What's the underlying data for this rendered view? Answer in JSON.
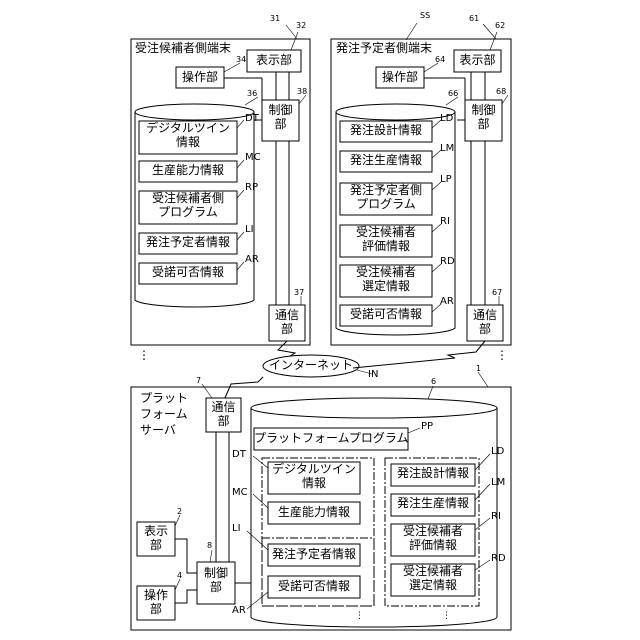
{
  "top_marker": "SS",
  "left_terminal": {
    "ref": "31",
    "title": "受注候補者側端末",
    "display": {
      "ref": "32",
      "label": "表示部"
    },
    "operation": {
      "ref": "34",
      "label": "操作部"
    },
    "control": {
      "ref": "38",
      "label": "制御\n部"
    },
    "storage_ref": "36",
    "comm": {
      "ref": "37",
      "label": "通信\n部"
    },
    "items": [
      {
        "tag": "DT",
        "label": "デジタルツイン\n情報"
      },
      {
        "tag": "MC",
        "label": "生産能力情報"
      },
      {
        "tag": "RP",
        "label": "受注候補者側\nプログラム"
      },
      {
        "tag": "LI",
        "label": "発注予定者情報"
      },
      {
        "tag": "AR",
        "label": "受諾可否情報"
      }
    ]
  },
  "right_terminal": {
    "ref": "61",
    "title": "発注予定者側端末",
    "display": {
      "ref": "62",
      "label": "表示部"
    },
    "operation": {
      "ref": "64",
      "label": "操作部"
    },
    "control": {
      "ref": "68",
      "label": "制御\n部"
    },
    "storage_ref": "66",
    "comm": {
      "ref": "67",
      "label": "通信\n部"
    },
    "items": [
      {
        "tag": "LD",
        "label": "発注設計情報"
      },
      {
        "tag": "LM",
        "label": "発注生産情報"
      },
      {
        "tag": "LP",
        "label": "発注予定者側\nプログラム"
      },
      {
        "tag": "RI",
        "label": "受注候補者\n評価情報"
      },
      {
        "tag": "RD",
        "label": "受注候補者\n選定情報"
      },
      {
        "tag": "AR",
        "label": "受諾可否情報"
      }
    ]
  },
  "network": {
    "label": "インターネット",
    "tag": "IN"
  },
  "ellipsis": "⋮",
  "server": {
    "ref": "1",
    "title": "プラット\nフォーム\nサーバ",
    "comm": {
      "ref": "7",
      "label": "通信\n部"
    },
    "display": {
      "ref": "2",
      "label": "表示\n部"
    },
    "operation": {
      "ref": "4",
      "label": "操作\n部"
    },
    "control": {
      "ref": "8",
      "label": "制御\n部"
    },
    "storage_ref": "6",
    "program": {
      "tag": "PP",
      "label": "プラットフォームプログラム"
    },
    "left_items": [
      {
        "tag": "DT",
        "label": "デジタルツイン\n情報"
      },
      {
        "tag": "MC",
        "label": "生産能力情報"
      },
      {
        "tag": "LI",
        "label": "発注予定者情報"
      },
      {
        "tag": "AR",
        "label": "受諾可否情報"
      }
    ],
    "right_items": [
      {
        "tag": "LD",
        "label": "発注設計情報"
      },
      {
        "tag": "LM",
        "label": "発注生産情報"
      },
      {
        "tag": "RI",
        "label": "受注候補者\n評価情報"
      },
      {
        "tag": "RD",
        "label": "受注候補者\n選定情報"
      }
    ]
  }
}
